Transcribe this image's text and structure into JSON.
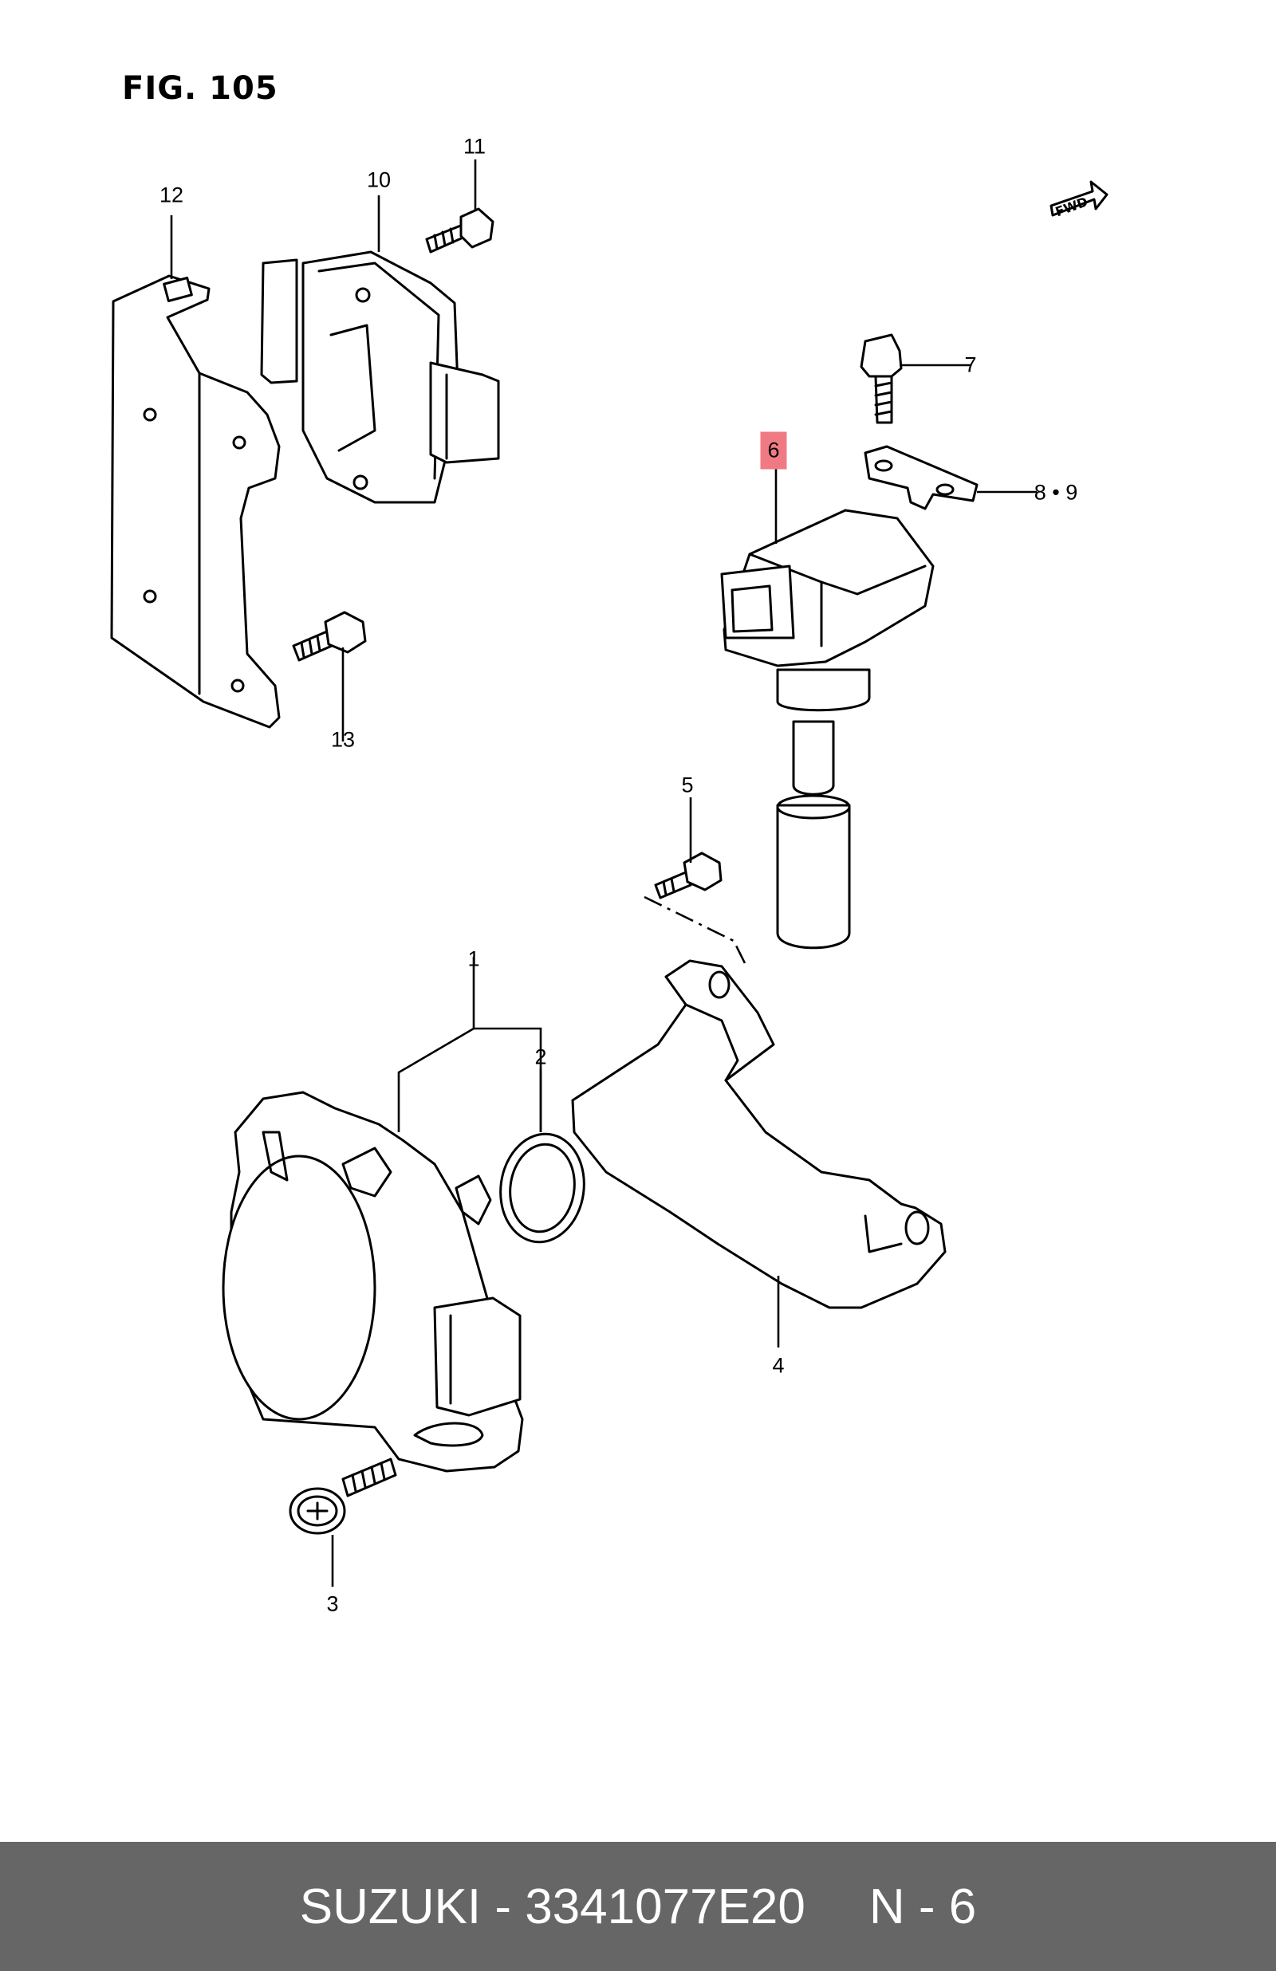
{
  "figure": {
    "title": "FIG. 105",
    "fwd_label": "FWD"
  },
  "callouts": [
    {
      "id": "1",
      "label": "1"
    },
    {
      "id": "2",
      "label": "2"
    },
    {
      "id": "3",
      "label": "3"
    },
    {
      "id": "4",
      "label": "4"
    },
    {
      "id": "5",
      "label": "5"
    },
    {
      "id": "6",
      "label": "6",
      "highlighted": true
    },
    {
      "id": "7",
      "label": "7"
    },
    {
      "id": "8-9",
      "label": "8 • 9"
    },
    {
      "id": "10",
      "label": "10"
    },
    {
      "id": "11",
      "label": "11"
    },
    {
      "id": "12",
      "label": "12"
    },
    {
      "id": "13",
      "label": "13"
    }
  ],
  "footer": {
    "part_text": "SUZUKI - 3341077E20",
    "page_text": "N - 6"
  },
  "colors": {
    "highlight": "#f07a84",
    "footer_bg": "#666666",
    "footer_text": "#ffffff"
  }
}
